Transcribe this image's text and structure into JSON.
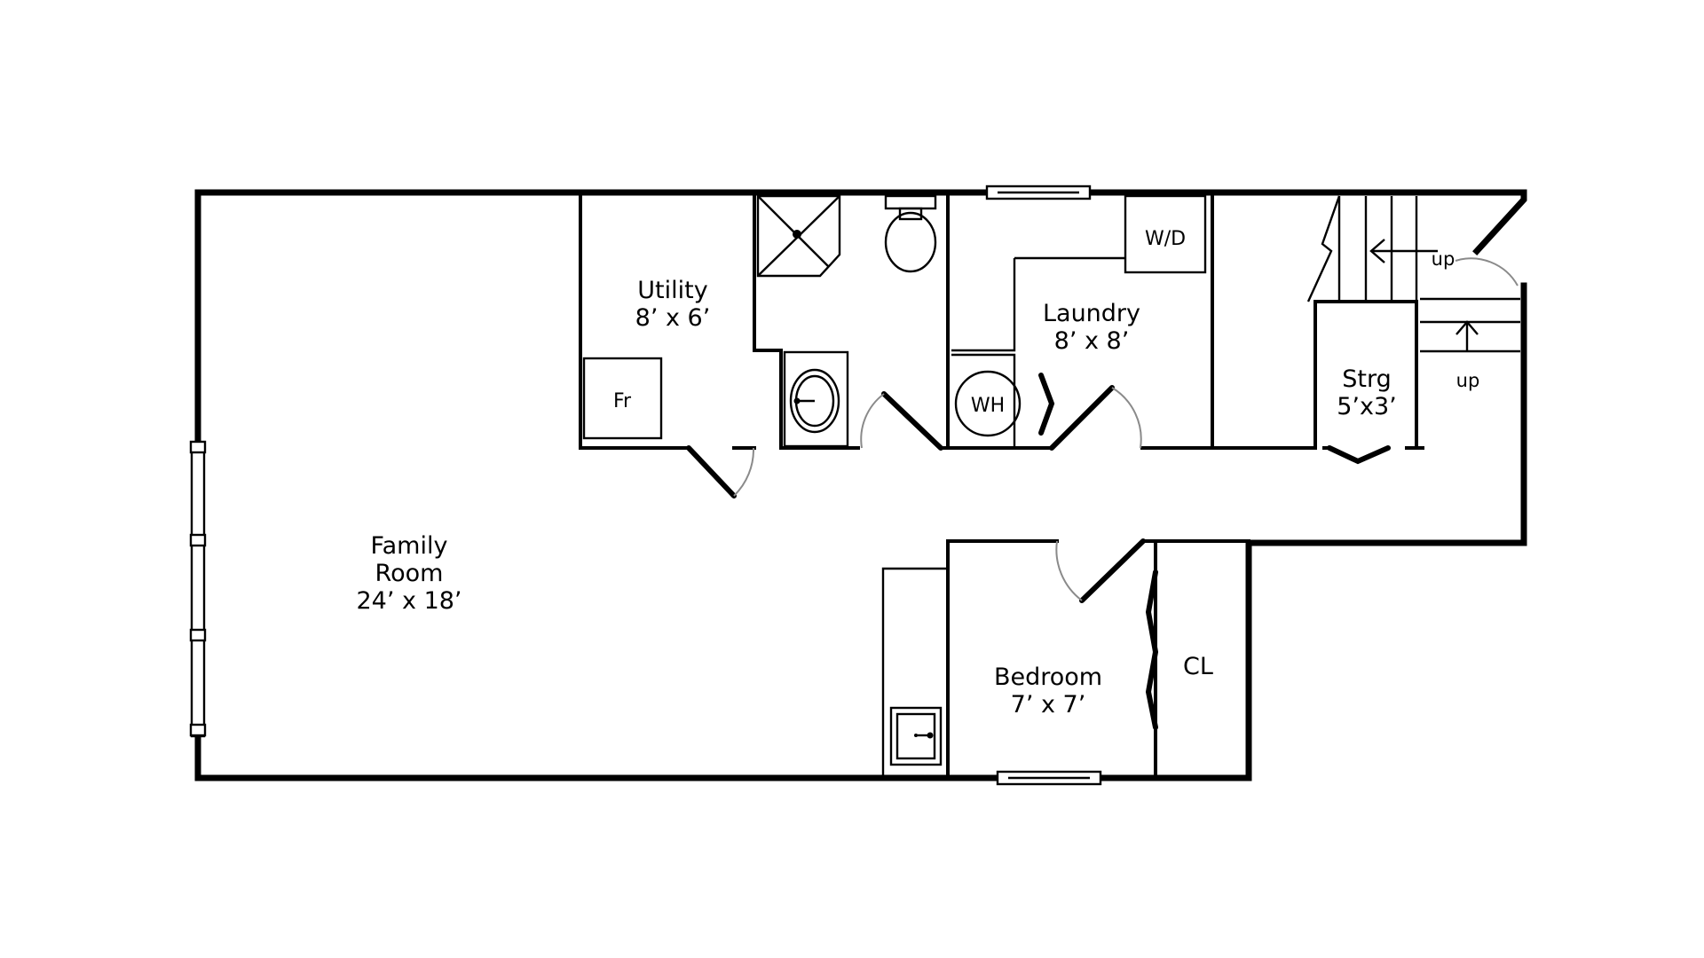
{
  "rooms": {
    "family_room": {
      "line1": "Family",
      "line2": "Room",
      "dims": "24’ x 18’"
    },
    "utility": {
      "name": "Utility",
      "dims": "8’ x 6’"
    },
    "laundry": {
      "name": "Laundry",
      "dims": "8’ x 8’"
    },
    "storage": {
      "name": "Strg",
      "dims": "5’x3’"
    },
    "bedroom": {
      "name": "Bedroom",
      "dims": "7’ x 7’"
    },
    "closet": {
      "name": "CL"
    }
  },
  "fixtures": {
    "furnace": "Fr",
    "water_heater": "WH",
    "washer_dryer": "W/D"
  },
  "stairs": {
    "upper_label": "up",
    "lower_label": "up"
  }
}
